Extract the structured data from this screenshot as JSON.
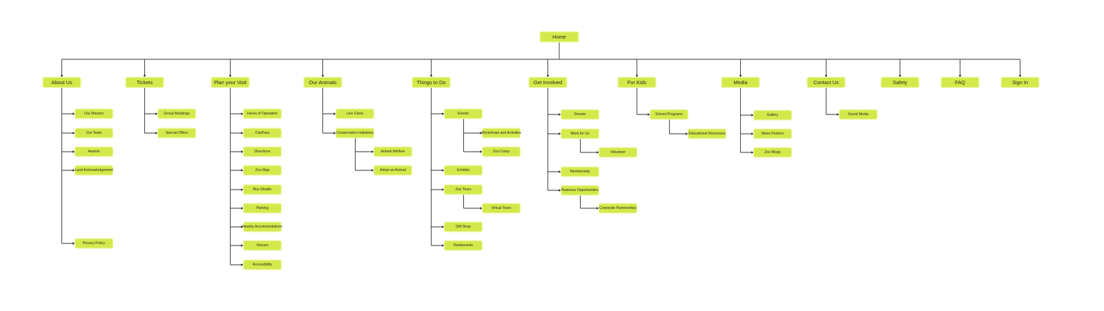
{
  "sitemap": {
    "root": "Home",
    "sections": [
      {
        "label": "About Us",
        "children": [
          {
            "label": "Our Mission"
          },
          {
            "label": "Our Team"
          },
          {
            "label": "Awards"
          },
          {
            "label": "Land Acknowledgement"
          },
          {
            "label": "Privacy Policy"
          }
        ]
      },
      {
        "label": "Tickets",
        "children": [
          {
            "label": "Group Bookings"
          },
          {
            "label": "Special Offers"
          }
        ]
      },
      {
        "label": "Plan your Visit",
        "children": [
          {
            "label": "Hours of Operation"
          },
          {
            "label": "CityPass"
          },
          {
            "label": "Directions"
          },
          {
            "label": "Zoo Map"
          },
          {
            "label": "Bus Shuttle"
          },
          {
            "label": "Parking"
          },
          {
            "label": "Nearby Accommodations"
          },
          {
            "label": "Venues"
          },
          {
            "label": "Accessibility"
          }
        ]
      },
      {
        "label": "Our Animals",
        "children": [
          {
            "label": "Live Cams"
          },
          {
            "label": "Conservation Initiatives",
            "children": [
              {
                "label": "Animal Welfare"
              },
              {
                "label": "Adopt an Animal"
              }
            ]
          }
        ]
      },
      {
        "label": "Things to Do",
        "children": [
          {
            "label": "Events",
            "children": [
              {
                "label": "Workshops and Activities"
              },
              {
                "label": "Zoo Camp"
              }
            ]
          },
          {
            "label": "Exhibits"
          },
          {
            "label": "Zoo Tours",
            "children": [
              {
                "label": "Virtual Tours"
              }
            ]
          },
          {
            "label": "Gift Shop"
          },
          {
            "label": "Restaurants"
          }
        ]
      },
      {
        "label": "Get Involved",
        "children": [
          {
            "label": "Donate"
          },
          {
            "label": "Work for Us",
            "children": [
              {
                "label": "Volunteer"
              }
            ]
          },
          {
            "label": "Membership"
          },
          {
            "label": "Business Opportunities",
            "children": [
              {
                "label": "Corporate Partnerships"
              }
            ]
          }
        ]
      },
      {
        "label": "For Kids",
        "children": [
          {
            "label": "School Programs",
            "children": [
              {
                "label": "Educational Resources"
              }
            ]
          }
        ]
      },
      {
        "label": "Media",
        "children": [
          {
            "label": "Gallery"
          },
          {
            "label": "News Feature"
          },
          {
            "label": "Zoo Blogs"
          }
        ]
      },
      {
        "label": "Contact Us",
        "children": [
          {
            "label": "Social Media"
          }
        ]
      },
      {
        "label": "Safety"
      },
      {
        "label": "FAQ"
      },
      {
        "label": "Sign In"
      }
    ]
  },
  "colors": {
    "node_fill": "#d3e94b",
    "node_border": "#eef7a6",
    "connector": "#2d2d2d",
    "background": "#ffffff"
  }
}
